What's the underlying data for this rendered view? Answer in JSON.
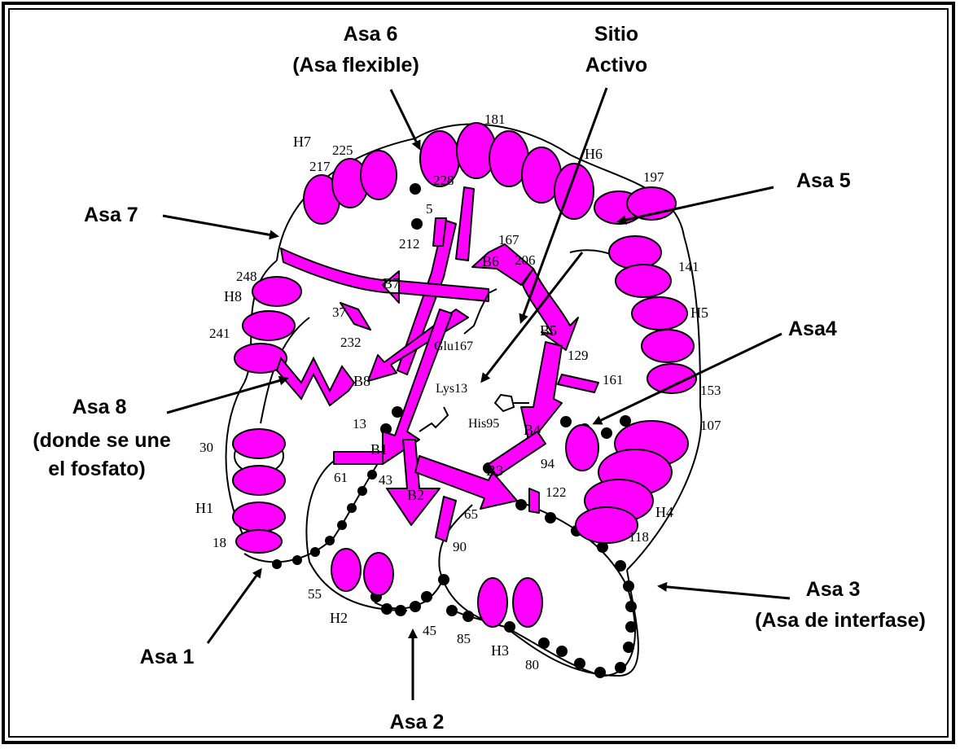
{
  "labels": {
    "asa6_line1": "Asa 6",
    "asa6_line2": "(Asa flexible)",
    "sitio_line1": "Sitio",
    "sitio_line2": "Activo",
    "asa5": "Asa 5",
    "asa7": "Asa 7",
    "asa4": "Asa4",
    "asa8_line1": "Asa 8",
    "asa8_line2": "(donde se une",
    "asa8_line3": "el fosfato)",
    "asa3_line1": "Asa 3",
    "asa3_line2": "(Asa de interfase)",
    "asa1": "Asa 1",
    "asa2": "Asa 2"
  },
  "helices": [
    "H1",
    "H2",
    "H3",
    "H4",
    "H5",
    "H6",
    "H7",
    "H8"
  ],
  "strands": [
    "B1",
    "B2",
    "B3",
    "B4",
    "B5",
    "B6",
    "B7",
    "B8"
  ],
  "residues": {
    "lys": "Lys13",
    "his": "His95",
    "glu": "Glu167"
  },
  "numbers": [
    "181",
    "225",
    "217",
    "228",
    "5",
    "197",
    "212",
    "167",
    "206",
    "141",
    "248",
    "37",
    "232",
    "241",
    "129",
    "161",
    "153",
    "13",
    "107",
    "30",
    "61",
    "43",
    "94",
    "122",
    "65",
    "18",
    "90",
    "118",
    "55",
    "45",
    "85",
    "80"
  ],
  "colors": {
    "ribbon": "#ff00ff",
    "outline": "#000000",
    "background": "#ffffff"
  }
}
